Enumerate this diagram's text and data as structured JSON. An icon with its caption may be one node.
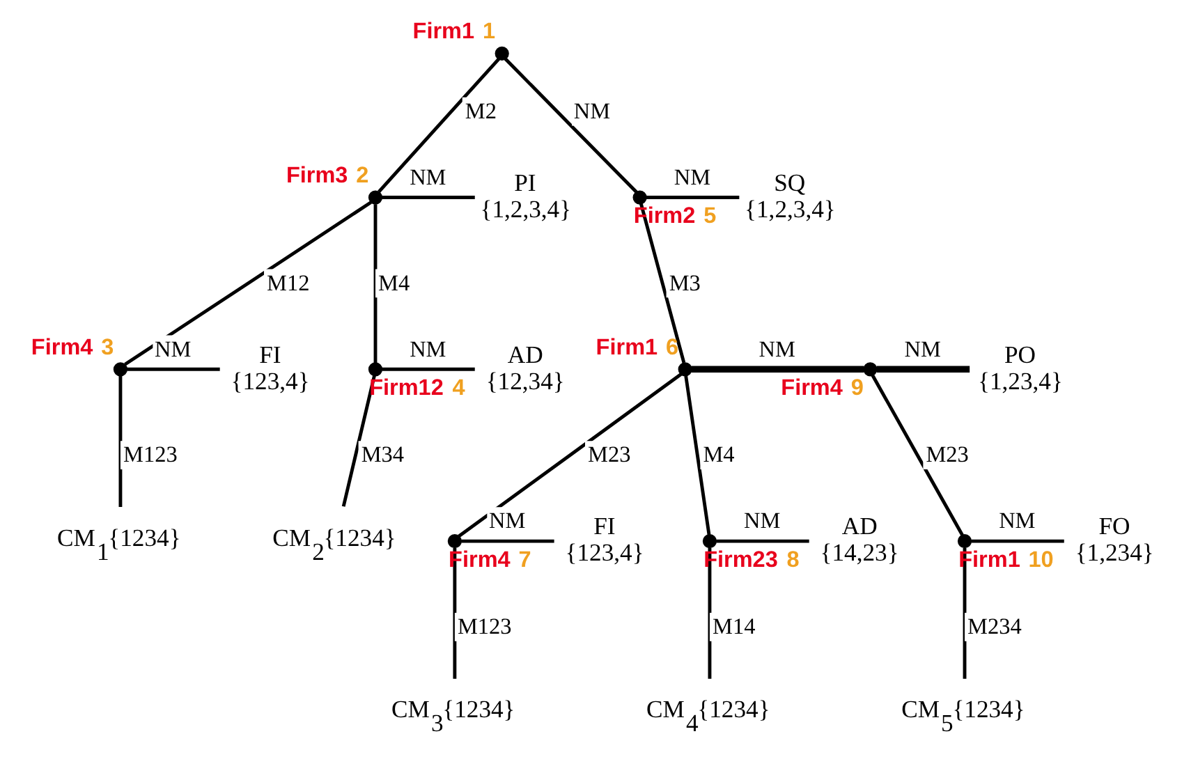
{
  "diagram": {
    "nodes": [
      {
        "text": [],
        "shape": "circle",
        "beside": [
          "Firm1",
          "1"
        ]
      },
      {
        "text": [],
        "shape": "circle",
        "beside": [
          "Firm3",
          "2"
        ]
      },
      {
        "text": [
          "PI",
          "{1,2,3,4}"
        ]
      },
      {
        "text": [],
        "shape": "circle",
        "beside": [
          "Firm2",
          "5"
        ]
      },
      {
        "text": [
          "SQ",
          "{1,2,3,4}"
        ]
      },
      {
        "text": [],
        "shape": "circle",
        "beside": [
          "Firm4",
          "3"
        ]
      },
      {
        "text": [
          "FI",
          "{123,4}"
        ]
      },
      {
        "text": [],
        "shape": "circle",
        "beside": [
          "Firm12",
          "4"
        ]
      },
      {
        "text": [
          "AD",
          "{12,34}"
        ]
      },
      {
        "text": [
          "CM$_{1}${1234}"
        ]
      },
      {
        "text": [
          "CM$_{2}${1234}"
        ]
      },
      {
        "text": [],
        "shape": "circle",
        "beside": [
          "Firm1",
          "6"
        ]
      },
      {
        "text": [],
        "shape": "circle",
        "beside": [
          "Firm4",
          "9"
        ]
      },
      {
        "text": [
          "PO",
          "{1,23,4}"
        ]
      },
      {
        "text": [],
        "shape": "circle",
        "beside": [
          "Firm4",
          "7"
        ]
      },
      {
        "text": [
          "FI",
          "{123,4}"
        ]
      },
      {
        "text": [],
        "shape": "circle",
        "beside": [
          "Firm23",
          "8"
        ]
      },
      {
        "text": [
          "AD",
          "{14,23}"
        ]
      },
      {
        "text": [],
        "shape": "circle",
        "beside": [
          "Firm1",
          "10"
        ]
      },
      {
        "text": [
          "FO",
          "{1,234}"
        ]
      },
      {
        "text": [
          "CM$_{3}${1234}"
        ]
      },
      {
        "text": [
          "CM$_{4}${1234}"
        ]
      },
      {
        "text": [
          "CM$_{5}${1234}"
        ]
      }
    ],
    "edges": [
      {
        "from": 0,
        "to": 1,
        "arrow": "none",
        "label": "M2"
      },
      {
        "from": 0,
        "to": 3,
        "arrow": "none",
        "label": "NM"
      },
      {
        "from": 1,
        "to": 2,
        "arrow": "none",
        "label": "NM"
      },
      {
        "from": 1,
        "to": 5,
        "arrow": "none",
        "label": "M12"
      },
      {
        "from": 1,
        "to": 7,
        "arrow": "none",
        "label": "M4"
      },
      {
        "from": 3,
        "to": 4,
        "arrow": "none",
        "label": "NM"
      },
      {
        "from": 3,
        "to": 11,
        "arrow": "none",
        "label": "M3"
      },
      {
        "from": 5,
        "to": 6,
        "arrow": "none",
        "label": "NM"
      },
      {
        "from": 5,
        "to": 9,
        "arrow": "none",
        "label": "M123"
      },
      {
        "from": 7,
        "to": 8,
        "arrow": "none",
        "label": "NM"
      },
      {
        "from": 7,
        "to": 10,
        "arrow": "none",
        "label": "M34"
      },
      {
        "from": 11,
        "to": 12,
        "arrow": "none",
        "label": "NM",
        "style": "thick"
      },
      {
        "from": 11,
        "to": 14,
        "arrow": "none",
        "label": "M23"
      },
      {
        "from": 11,
        "to": 16,
        "arrow": "none",
        "label": "M4"
      },
      {
        "from": 12,
        "to": 13,
        "arrow": "none",
        "label": "NM",
        "style": "thick"
      },
      {
        "from": 12,
        "to": 18,
        "arrow": "none",
        "label": "M23"
      },
      {
        "from": 14,
        "to": 15,
        "arrow": "none",
        "label": "NM"
      },
      {
        "from": 14,
        "to": 20,
        "arrow": "none",
        "label": "M123"
      },
      {
        "from": 16,
        "to": 17,
        "arrow": "none",
        "label": "NM"
      },
      {
        "from": 16,
        "to": 21,
        "arrow": "none",
        "label": "M14"
      },
      {
        "from": 18,
        "to": 19,
        "arrow": "none",
        "label": "NM"
      },
      {
        "from": 18,
        "to": 22,
        "arrow": "none",
        "label": "M234"
      }
    ]
  }
}
